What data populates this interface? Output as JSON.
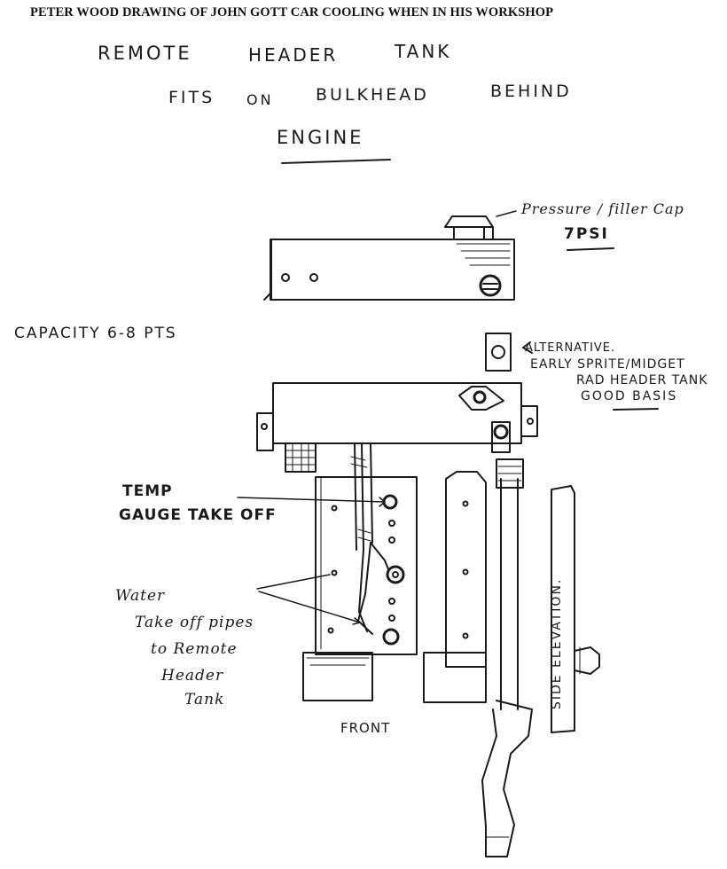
{
  "title": "PETER WOOD DRAWING OF JOHN GOTT CAR COOLING WHEN IN HIS WORKSHOP",
  "heading": {
    "line1_word1": "REMOTE",
    "line1_word2": "HEADER",
    "line1_word3": "TANK",
    "line2_word1": "FITS",
    "line2_word2": "ON",
    "line2_word3": "BULKHEAD",
    "line2_word4": "BEHIND",
    "line3": "ENGINE"
  },
  "labels": {
    "cap_line1": "Pressure / filler Cap",
    "cap_line2": "7PSI",
    "capacity": "CAPACITY 6-8 PTS",
    "alt_line1": "ALTERNATIVE.",
    "alt_line2": "EARLY SPRITE/MIDGET",
    "alt_line3": "RAD HEADER TANK",
    "alt_line4": "GOOD BASIS",
    "temp_line1": "TEMP",
    "temp_line2": "GAUGE TAKE OFF",
    "water_line1": "Water",
    "water_line2": "Take off pipes",
    "water_line3": "to Remote",
    "water_line4": "Header",
    "water_line5": "Tank",
    "front": "FRONT",
    "side": "SIDE ELEVATION."
  },
  "colors": {
    "ink": "#1a1a1a",
    "paper": "#ffffff"
  }
}
